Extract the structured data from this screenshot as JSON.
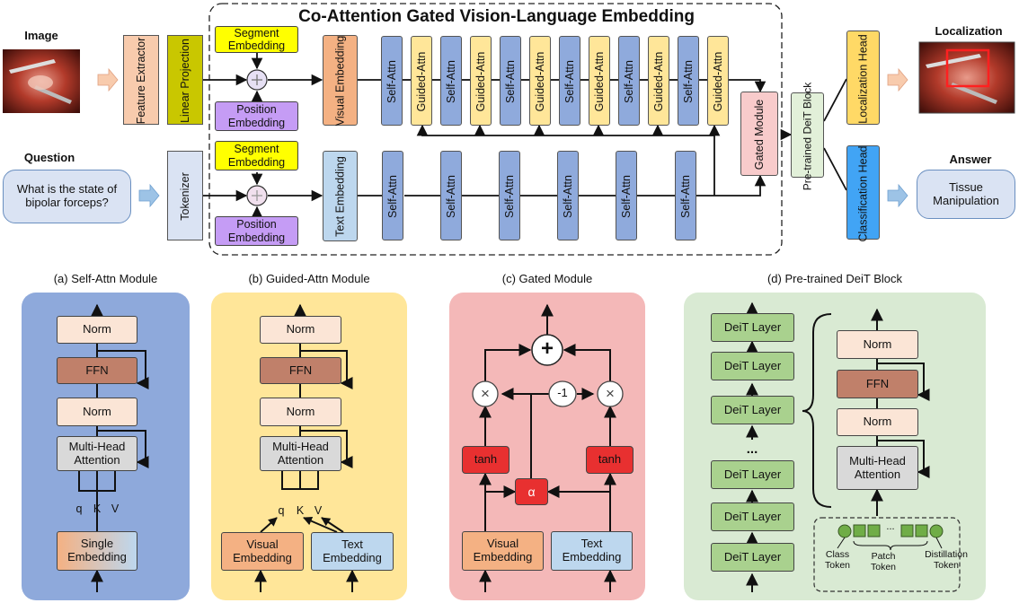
{
  "title": "Co-Attention Gated Vision-Language Embedding",
  "inputs": {
    "image_label": "Image",
    "question_label": "Question",
    "question_text": "What is the state of bipolar forceps?"
  },
  "outputs": {
    "localization_label": "Localization",
    "answer_label": "Answer",
    "answer_text": "Tissue Manipulation"
  },
  "blocks": {
    "feature_extractor": "Feature Extractor",
    "linear_projection": "Linear Projection",
    "tokenizer": "Tokenizer",
    "segment_embedding": "Segment Embedding",
    "position_embedding": "Position Embedding",
    "visual_embedding": "Visual Embedding",
    "text_embedding": "Text Embedding",
    "self_attn": "Self-Attn",
    "guided_attn": "Guided-Attn",
    "gated_module": "Gated Module",
    "deit_block": "Pre-trained DeiT Block",
    "localization_head": "Localization Head",
    "classification_head": "Classification Head"
  },
  "panels": {
    "a": {
      "title": "(a) Self-Attn Module",
      "norm": "Norm",
      "ffn": "FFN",
      "mha": "Multi-Head Attention",
      "q": "q",
      "k": "K",
      "v": "V",
      "embedding": "Single Embedding"
    },
    "b": {
      "title": "(b) Guided-Attn Module",
      "norm": "Norm",
      "ffn": "FFN",
      "mha": "Multi-Head Attention",
      "q": "q",
      "k": "K",
      "v": "V",
      "visual_embedding": "Visual Embedding",
      "text_embedding": "Text Embedding"
    },
    "c": {
      "title": "(c) Gated Module",
      "plus": "+",
      "times": "×",
      "minus_one": "-1",
      "tanh": "tanh",
      "alpha": "α",
      "visual_embedding": "Visual Embedding",
      "text_embedding": "Text Embedding"
    },
    "d": {
      "title": "(d) Pre-trained DeiT Block",
      "deit_layer": "DeiT Layer",
      "ellipsis": "...",
      "norm": "Norm",
      "ffn": "FFN",
      "mha": "Multi-Head Attention",
      "class_token": "Class Token",
      "patch_token": "Patch Token",
      "distillation_token": "Distillation Token",
      "token_dots": "..."
    }
  },
  "colors": {
    "feature_extractor": "#f8cbad",
    "linear_projection": "#c9c700",
    "tokenizer": "#dae3f3",
    "segment": "#ffff00",
    "position": "#c59cf5",
    "visual": "#f4b183",
    "text": "#bdd7ee",
    "self_attn": "#8faadc",
    "guided_attn": "#ffe699",
    "gated": "#f8cbcb",
    "deit": "#e2f0d9",
    "loc_head": "#ffd966",
    "cls_head": "#41a4f5",
    "panel_a": "#8ea9db",
    "panel_b": "#ffe699",
    "panel_c": "#f4b8b8",
    "panel_d": "#d9ead3",
    "norm": "#fbe5d6",
    "ffn": "#c0806a",
    "mha": "#d9d9d9",
    "tanh": "#e83030",
    "deit_layer": "#a9d18e",
    "token": "#70ad47"
  }
}
